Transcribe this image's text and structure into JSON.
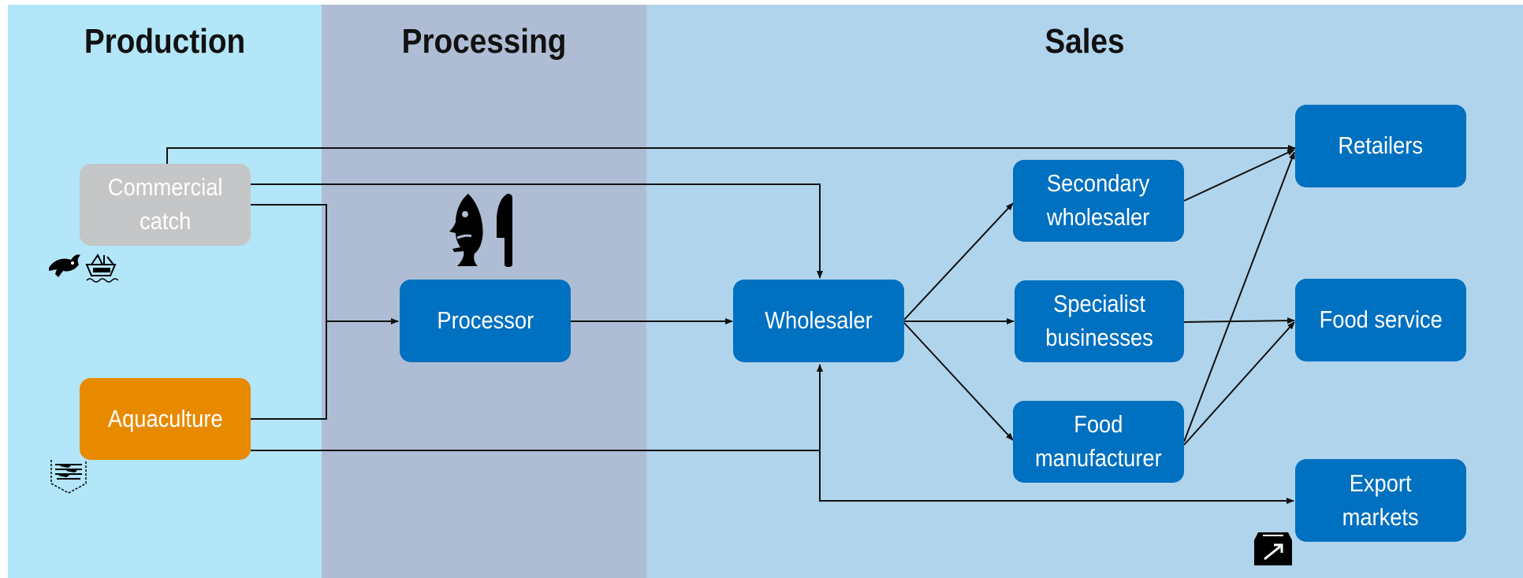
{
  "lanes": {
    "production": "Production",
    "processing": "Processing",
    "sales": "Sales"
  },
  "nodes": {
    "commercial_catch": "Commercial\ncatch",
    "aquaculture": "Aquaculture",
    "processor": "Processor",
    "wholesaler": "Wholesaler",
    "secondary_wholesaler": "Secondary\nwholesaler",
    "specialist_businesses": "Specialist\nbusinesses",
    "food_manufacturer": "Food\nmanufacturer",
    "retailers": "Retailers",
    "food_service": "Food service",
    "export_markets": "Export\nmarkets"
  },
  "colors": {
    "node_blue": "#0070c0",
    "catch_grey": "#c4c6c8",
    "aquaculture_orange": "#e88a00",
    "production_lane": "#b2e6f8",
    "processing_lane": "#afbdd4",
    "sales_lane": "#b0d4ec"
  },
  "icons": [
    "fish-boat-icon",
    "fish-knife-icon",
    "aquaculture-net-icon",
    "export-crate-icon"
  ]
}
